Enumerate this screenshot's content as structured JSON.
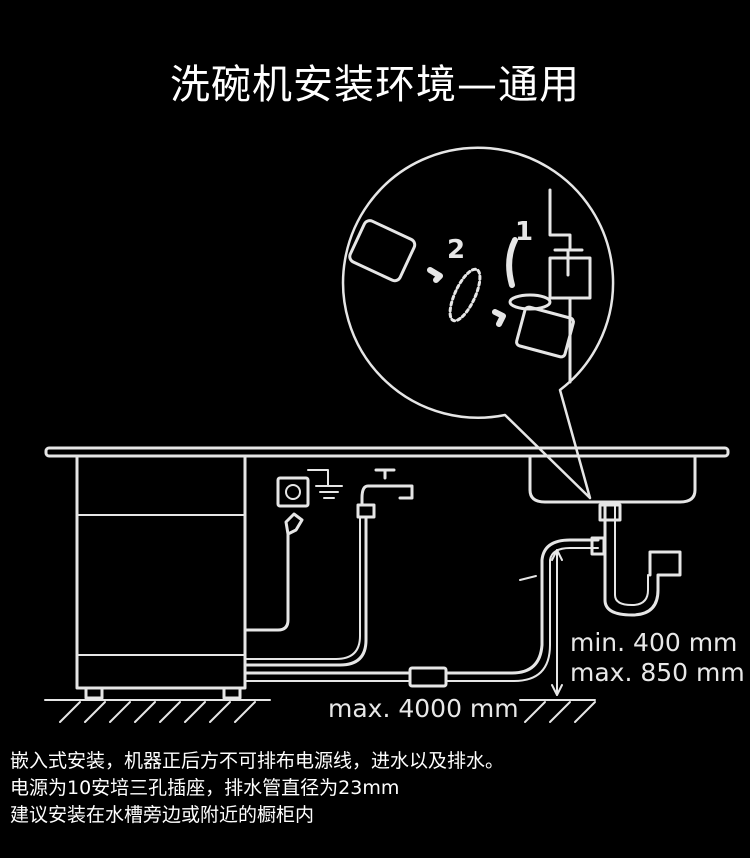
{
  "title": "洗碗机安装环境—通用",
  "inset": {
    "step1": "1",
    "step2": "2"
  },
  "dimensions": {
    "min_height": "min. 400 mm",
    "max_height": "max. 850 mm",
    "max_length": "max. 4000 mm"
  },
  "notes": [
    "嵌入式安装，机器正后方不可排布电源线，进水以及排水。",
    "电源为10安培三孔插座，排水管直径为23mm",
    "建议安装在水槽旁边或附近的橱柜内"
  ],
  "colors": {
    "line": "#e6e6e6",
    "background": "#000000"
  }
}
